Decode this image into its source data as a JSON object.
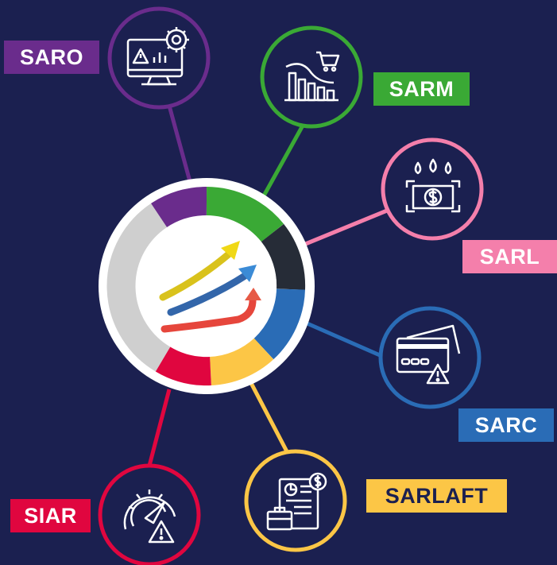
{
  "nodes": [
    {
      "id": "saro",
      "label": "SARO",
      "color": "#6a2c8c",
      "icon": "monitor-warning-gear-icon"
    },
    {
      "id": "sarm",
      "label": "SARM",
      "color": "#3aa935",
      "icon": "bar-chart-cart-icon"
    },
    {
      "id": "sarl",
      "label": "SARL",
      "color": "#f47fab",
      "icon": "money-drops-icon"
    },
    {
      "id": "sarc",
      "label": "SARC",
      "color": "#2a6cb6",
      "icon": "credit-card-warning-icon"
    },
    {
      "id": "sarlaft",
      "label": "SARLAFT",
      "color": "#fcc646",
      "icon": "document-money-briefcase-icon"
    },
    {
      "id": "siar",
      "label": "SIAR",
      "color": "#e0063f",
      "icon": "gauge-warning-icon"
    }
  ],
  "hub": {
    "icon": "rising-arrows-icon",
    "ring_colors": [
      "#6a2c8c",
      "#3aa935",
      "#262c37",
      "#2a6cb6",
      "#fcc646",
      "#e0063f",
      "#cfcfcf"
    ]
  },
  "colors": {
    "background": "#1b2050",
    "circle_fill": "#1b2050",
    "hub_fill": "#ffffff"
  }
}
